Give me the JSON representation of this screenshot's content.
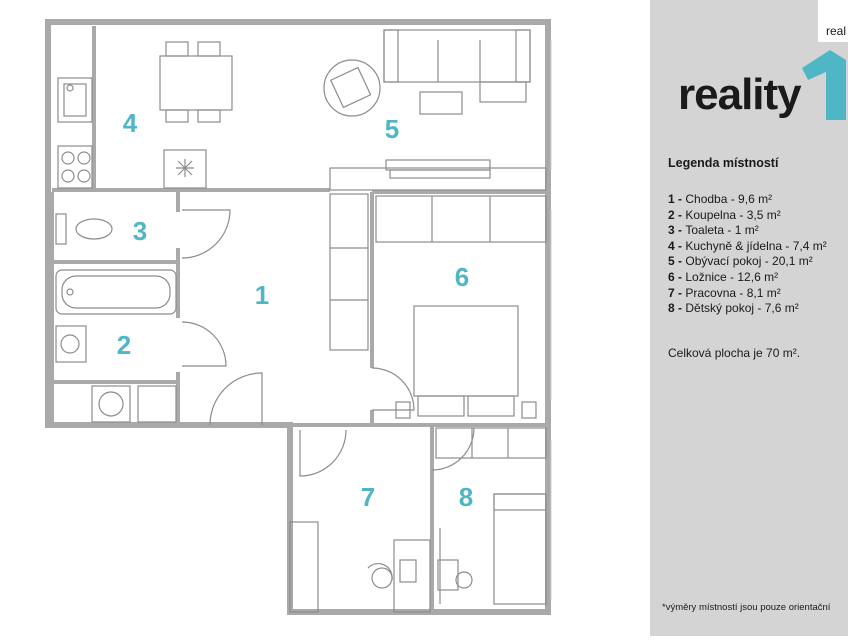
{
  "brand": {
    "name": "reality",
    "corner_text": "real",
    "accent_color": "#4fb6c6"
  },
  "legend": {
    "title": "Legenda místností",
    "rooms": [
      {
        "num": "1",
        "label": "Chodba - 9,6 m²"
      },
      {
        "num": "2",
        "label": "Koupelna - 3,5 m²"
      },
      {
        "num": "3",
        "label": "Toaleta - 1 m²"
      },
      {
        "num": "4",
        "label": "Kuchyně & jídelna - 7,4 m²"
      },
      {
        "num": "5",
        "label": "Obývací pokoj - 20,1 m²"
      },
      {
        "num": "6",
        "label": "Ložnice - 12,6 m²"
      },
      {
        "num": "7",
        "label": "Pracovna - 8,1 m²"
      },
      {
        "num": "8",
        "label": "Dětský pokoj - 7,6 m²"
      }
    ],
    "total": "Celková plocha je 70 m²."
  },
  "footnote": "*výměry místností jsou pouze orientační",
  "plan": {
    "room_numbers": [
      "1",
      "2",
      "3",
      "4",
      "5",
      "6",
      "7",
      "8"
    ],
    "wall_color": "#a9a9a9",
    "furniture_color": "#8c8c8c"
  }
}
